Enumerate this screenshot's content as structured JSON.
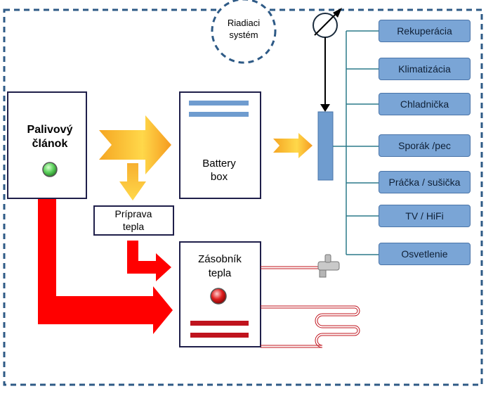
{
  "control_system": {
    "label_line1": "Riadiaci",
    "label_line2": "systém"
  },
  "fuel_cell": {
    "label_line1": "Palivový",
    "label_line2": "článok",
    "led_color": "#5fd35f"
  },
  "battery_box": {
    "label_line1": "Battery",
    "label_line2": "box"
  },
  "heat_prep": {
    "label_line1": "Príprava",
    "label_line2": "tepla"
  },
  "heat_storage": {
    "label_line1": "Zásobník",
    "label_line2": "tepla",
    "led_color": "#e02020"
  },
  "appliances": [
    {
      "label": "Rekuperácia"
    },
    {
      "label": "Klimatizácia"
    },
    {
      "label": "Chladnička"
    },
    {
      "label": "Sporák /pec"
    },
    {
      "label": "Práčka / sušička"
    },
    {
      "label": "TV / HiFi"
    },
    {
      "label": "Osvetlenie"
    }
  ],
  "colors": {
    "border_dashed": "#2e5a86",
    "bus": "#6f9ccf",
    "heat_red": "#ff0000",
    "energy_orange": "#f5a623",
    "energy_yellow": "#ffe44d",
    "heat_bars": "#c0141e",
    "battery_bars": "#6f9ccf"
  }
}
